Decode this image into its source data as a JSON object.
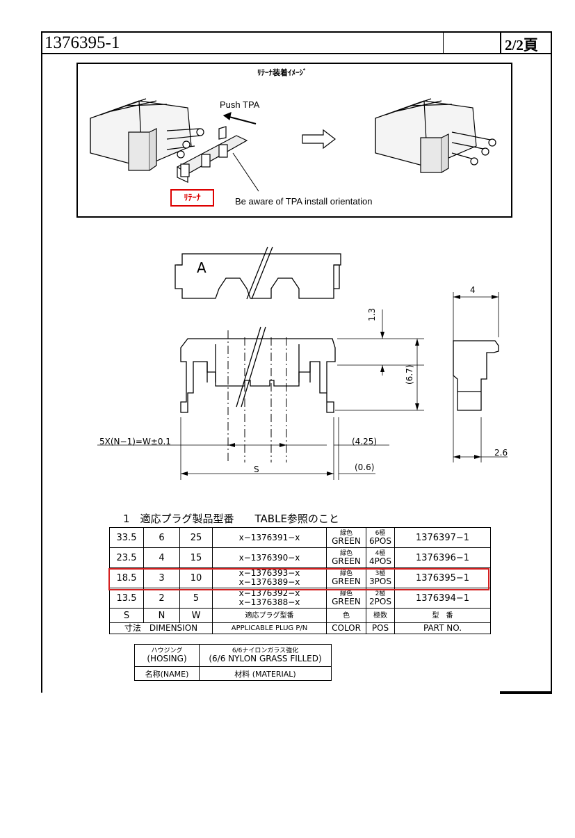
{
  "header": {
    "part_number": "1376395-1",
    "page": "2/2頁"
  },
  "image_box": {
    "title": "ﾘﾃｰﾅ装着ｲﾒｰｼﾞ",
    "push_label": "Push TPA",
    "aware_label": "Be aware of TPA install orientation",
    "retainer_label": "ﾘﾃｰﾅ"
  },
  "drawing": {
    "label_a": "A",
    "dim_4": "4",
    "dim_1_3": "1.3",
    "dim_6_7": "(6.7)",
    "dim_pitch": "5X(N−1)=W±0.1",
    "dim_4_25": "(4.25)",
    "dim_2_6": "2.6",
    "dim_s": "S",
    "dim_0_6": "(0.6)"
  },
  "note": "1　適応プラグ製品型番　　TABLE参照のこと",
  "table": {
    "rows": [
      {
        "s": "33.5",
        "n": "6",
        "w": "25",
        "plug1": "x−1376391−x",
        "plug2": "",
        "color_jp": "緑色",
        "color": "GREEN",
        "pos_jp": "6極",
        "pos": "6POS",
        "part": "1376397−1"
      },
      {
        "s": "23.5",
        "n": "4",
        "w": "15",
        "plug1": "x−1376390−x",
        "plug2": "",
        "color_jp": "緑色",
        "color": "GREEN",
        "pos_jp": "4極",
        "pos": "4POS",
        "part": "1376396−1"
      },
      {
        "s": "18.5",
        "n": "3",
        "w": "10",
        "plug1": "x−1376393−x",
        "plug2": "x−1376389−x",
        "color_jp": "緑色",
        "color": "GREEN",
        "pos_jp": "3極",
        "pos": "3POS",
        "part": "1376395−1"
      },
      {
        "s": "13.5",
        "n": "2",
        "w": "5",
        "plug1": "x−1376392−x",
        "plug2": "x−1376388−x",
        "color_jp": "緑色",
        "color": "GREEN",
        "pos_jp": "2極",
        "pos": "2POS",
        "part": "1376394−1"
      }
    ],
    "header": {
      "s": "S",
      "n": "N",
      "w": "W",
      "plug_jp": "適応プラグ型番",
      "color_jp": "色",
      "pos_jp": "極数",
      "part_jp": "型　番"
    },
    "labels": {
      "dim": "寸法　DIMENSION",
      "plug": "APPLICABLE PLUG P/N",
      "color": "COLOR",
      "pos": "POS",
      "part": "PART NO."
    },
    "highlight_color": "#d42020"
  },
  "material": {
    "name_jp": "ハウジング",
    "name": "(HOSING)",
    "material_jp": "6/6ナイロンガラス強化",
    "material": "(6/6 NYLON GRASS FILLED)",
    "name_label": "名称(NAME)",
    "material_label": "材料 (MATERIAL)"
  }
}
